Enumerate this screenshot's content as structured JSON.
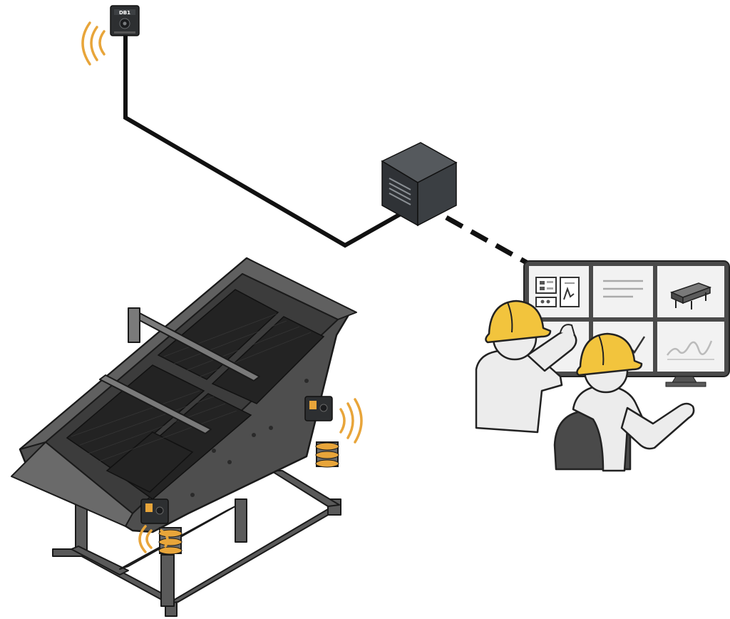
{
  "diagram": {
    "sensor_top": {
      "label": "DB1",
      "icon": "wireless-sensor-icon"
    },
    "gateway": {
      "icon": "gateway-box-icon"
    },
    "links": [
      {
        "from": "sensor_top",
        "to": "gateway",
        "style": "wired"
      },
      {
        "from": "gateway",
        "to": "monitor_wall",
        "style": "wireless-dashed"
      }
    ],
    "monitor_wall": {
      "panels": [
        {
          "icon": "dashboard-widgets-icon"
        },
        {
          "icon": "text-lines-icon"
        },
        {
          "icon": "conveyor-machine-icon"
        },
        {
          "icon": "chart-check-icon"
        },
        {
          "icon": "trend-line-icon"
        },
        {
          "icon": "waveform-icon"
        }
      ]
    },
    "machine": {
      "icon": "vibrating-screen-icon",
      "sensors": [
        {
          "icon": "side-vibration-sensor-icon"
        },
        {
          "icon": "front-vibration-sensor-icon"
        }
      ]
    },
    "workers": [
      {
        "icon": "worker-hardhat-icon"
      },
      {
        "icon": "worker-hardhat-icon"
      }
    ],
    "colors": {
      "accent": "#E8A53A",
      "hardhat": "#F2C43D",
      "machine": "#4E4E4E",
      "gateway": "#3A3D41",
      "line": "#111111",
      "monitor_frame": "#4A4A4A",
      "panel_bg": "#F2F2F2"
    }
  }
}
